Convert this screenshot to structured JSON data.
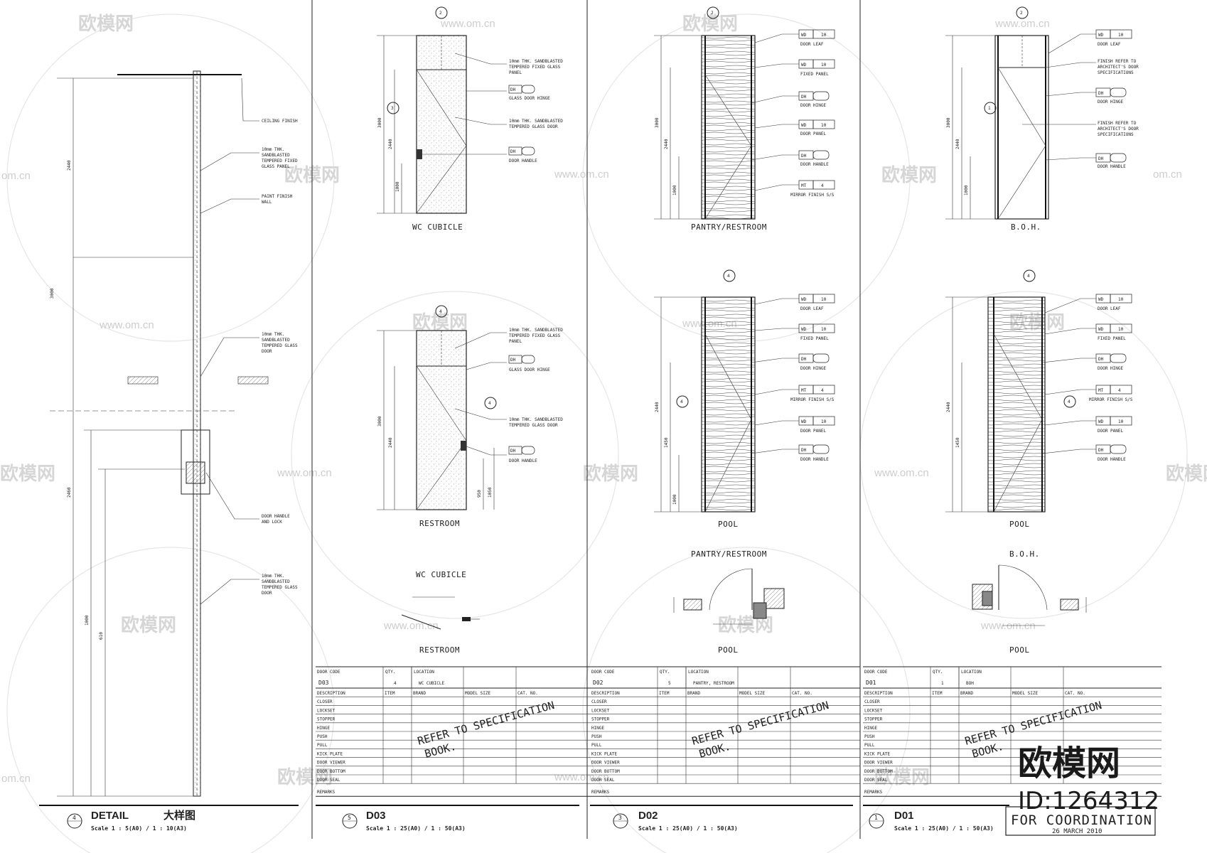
{
  "panels": {
    "detail": {
      "number": "4",
      "title": "DETAIL",
      "title_cn": "大样图",
      "scale": "Scale 1 : 5(A0) / 1 : 10(A3)"
    },
    "d03": {
      "number": "5",
      "title": "D03",
      "scale": "Scale 1 : 25(A0) / 1 : 50(A3)"
    },
    "d02": {
      "number": "3",
      "title": "D02",
      "scale": "Scale 1 : 25(A0) / 1 : 50(A3)"
    },
    "d01": {
      "number": "1",
      "title": "D01",
      "scale": "Scale 1 : 25(A0) / 1 : 50(A3)"
    }
  },
  "labels": {
    "wc_cubicle": "WC CUBICLE",
    "restroom": "RESTROOM",
    "pantry_restroom": "PANTRY/RESTROOM",
    "boh": "B.O.H.",
    "pool": "POOL",
    "wc_cubicle_plan": "WC CUBICLE",
    "restroom_plan": "RESTROOM",
    "pantry_plan": "PANTRY/RESTROOM",
    "pool_plan1": "POOL",
    "boh_plan": "B.O.H.",
    "pool_plan2": "POOL"
  },
  "schedules": [
    {
      "door_code_label": "DOOR CODE",
      "door_code": "D03",
      "qty_label": "QTY.",
      "qty": "4",
      "location_label": "LOCATION",
      "location": "WC CUBICLE",
      "headers": [
        "DESCRIPTION",
        "ITEM",
        "BRAND",
        "MODEL SIZE",
        "CAT. NO."
      ],
      "rows": [
        "CLOSER",
        "LOCKSET",
        "STOPPER",
        "HINGE",
        "PUSH",
        "PULL",
        "KICK PLATE",
        "DOOR VIEWER",
        "DOOR BOTTOM",
        "DOOR SEAL"
      ],
      "remarks": "REMARKS",
      "note_line1": "REFER TO SPECIFICATION",
      "note_line2": "BOOK."
    },
    {
      "door_code_label": "DOOR CODE",
      "door_code": "D02",
      "qty_label": "QTY.",
      "qty": "5",
      "location_label": "LOCATION",
      "location": "PANTRY, RESTROOM",
      "headers": [
        "DESCRIPTION",
        "ITEM",
        "BRAND",
        "MODEL SIZE",
        "CAT. NO."
      ],
      "rows": [
        "CLOSER",
        "LOCKSET",
        "STOPPER",
        "HINGE",
        "PUSH",
        "PULL",
        "KICK PLATE",
        "DOOR VIEWER",
        "DOOR BOTTOM",
        "DOOR SEAL"
      ],
      "remarks": "REMARKS",
      "note_line1": "REFER TO SPECIFICATION",
      "note_line2": "BOOK."
    },
    {
      "door_code_label": "DOOR CODE",
      "door_code": "D01",
      "qty_label": "QTY.",
      "qty": "1",
      "location_label": "LOCATION",
      "location": "BOH",
      "headers": [
        "DESCRIPTION",
        "ITEM",
        "BRAND",
        "MODEL SIZE",
        "CAT. NO."
      ],
      "rows": [
        "CLOSER",
        "LOCKSET",
        "STOPPER",
        "HINGE",
        "PUSH",
        "PULL",
        "KICK PLATE",
        "DOOR VIEWER",
        "DOOR BOTTOM",
        "DOOR SEAL"
      ],
      "remarks": "REMARKS",
      "note_line1": "REFER TO SPECIFICATION",
      "note_line2": "BOOK."
    }
  ],
  "stamp": {
    "brand": "欧模网",
    "id": "ID:1264312",
    "coordination": "FOR COORDINATION",
    "date": "26 MARCH 2010"
  },
  "watermarks": {
    "url": "www.om.cn",
    "brand": "欧模网",
    "url_short": "om.cn"
  }
}
